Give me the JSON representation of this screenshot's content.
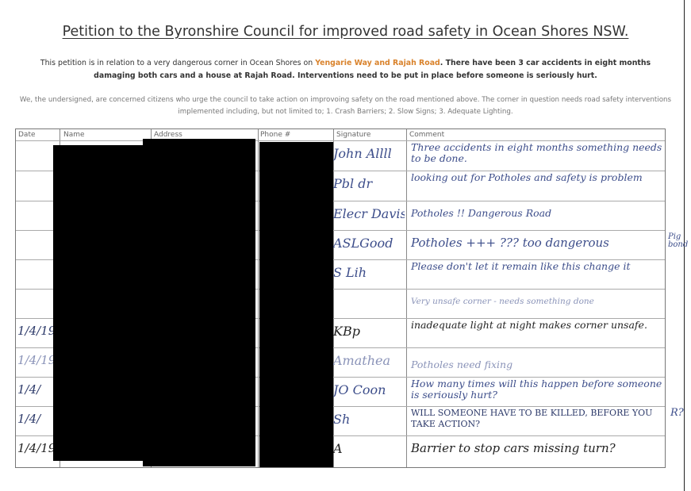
{
  "title": "Petition to the Byronshire Council for improved road safety in Ocean Shores NSW.",
  "intro": {
    "prefix": "This petition is in relation to a very dangerous corner in Ocean Shores on ",
    "location": "Yengarie Way and Rajah Road",
    "suffix": ". There have been 3 car accidents in eight months damaging both cars and a house at  Rajah Road. Interventions need to be put in place before someone is seriously hurt."
  },
  "pledge": "We, the undersigned, are concerned citizens who urge the council to take action on improvoing safety on the road mentioned above. The corner in question needs road safety interventions implemented including, but not limited to; 1. Crash Barriers; 2. Slow Signs; 3. Adequate Lighting.",
  "table": {
    "headers": [
      "Date",
      "Name",
      "Address",
      "Phone #",
      "Signature",
      "Comment"
    ],
    "rows": [
      {
        "date": "",
        "signature": "John Allll",
        "comment": "Three accidents in eight months something needs to be done."
      },
      {
        "date": "",
        "signature": "Pbl dr",
        "comment": "looking out for Potholes and safety is problem"
      },
      {
        "date": "",
        "signature": "Elecr Davis",
        "comment": "Potholes !! Dangerous Road"
      },
      {
        "date": "",
        "signature": "ASLGood",
        "comment": "Potholes +++ ??? too dangerous"
      },
      {
        "date": "",
        "signature": "S Lih",
        "comment": "Please don't let it remain like this change it"
      },
      {
        "date": "",
        "signature": "",
        "comment": "Very unsafe corner - needs something done"
      },
      {
        "date": "1/4/19",
        "signature": "KBp",
        "comment": "inadequate light at night makes corner unsafe."
      },
      {
        "date": "1/4/19",
        "signature": "Amathea",
        "comment": "Potholes need fixing"
      },
      {
        "date": "1/4/",
        "signature": "JO Coon",
        "comment": "How many times will this happen before someone is seriously hurt?"
      },
      {
        "date": "1/4/",
        "signature": "Sh",
        "comment": "WILL SOMEONE HAVE TO BE KILLED, BEFORE YOU TAKE ACTION?"
      },
      {
        "date": "1/4/19",
        "signature": "A",
        "comment": "Barrier to stop cars missing turn?"
      }
    ]
  },
  "margin_notes": {
    "row4_right": "Pig bond",
    "row10_right": "R?"
  }
}
